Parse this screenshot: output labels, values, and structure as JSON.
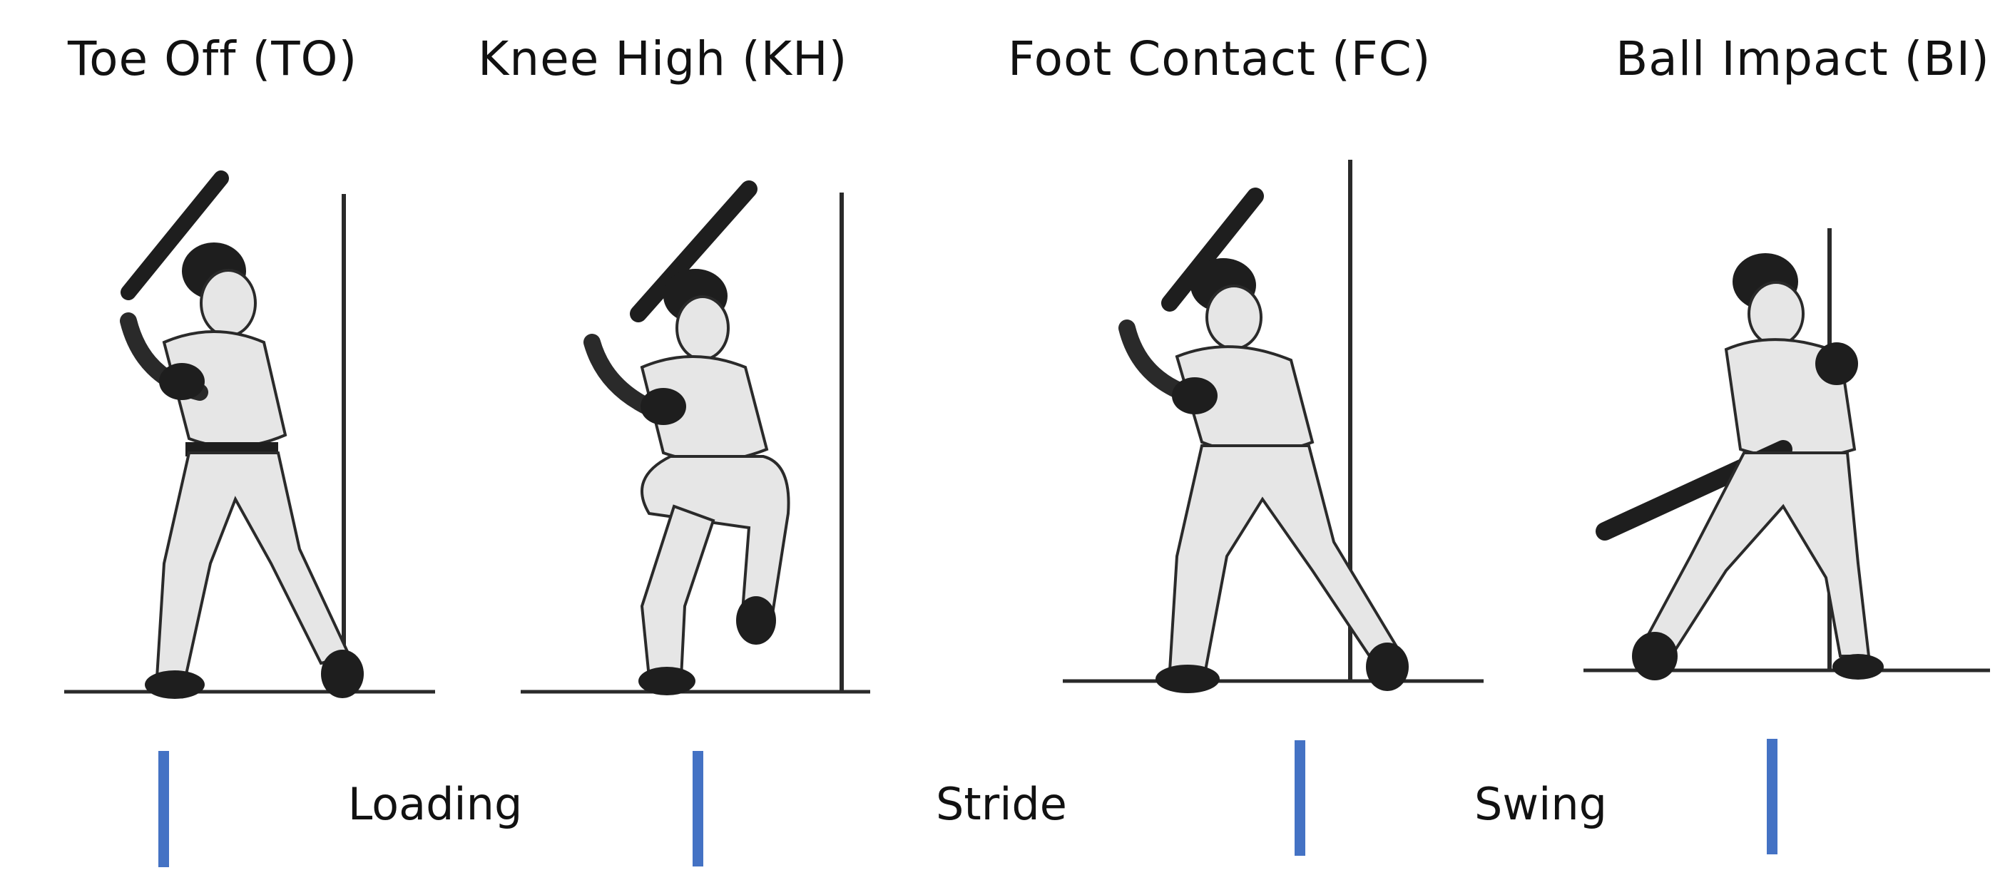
{
  "phases": [
    {
      "title": "Toe Off (TO)"
    },
    {
      "title": "Knee High (KH)"
    },
    {
      "title": "Foot Contact (FC)"
    },
    {
      "title": "Ball Impact (BI)"
    }
  ],
  "stages": [
    {
      "label": "Loading"
    },
    {
      "label": "Stride"
    },
    {
      "label": "Swing"
    }
  ],
  "colors": {
    "marker": "#4472c4",
    "text": "#111111",
    "ink": "#2a2a2a",
    "jersey": "#e6e6e6",
    "dark": "#1e1e1e"
  },
  "icons": [
    "batter-toe-off-illustration",
    "batter-knee-high-illustration",
    "batter-foot-contact-illustration",
    "batter-ball-impact-illustration"
  ]
}
